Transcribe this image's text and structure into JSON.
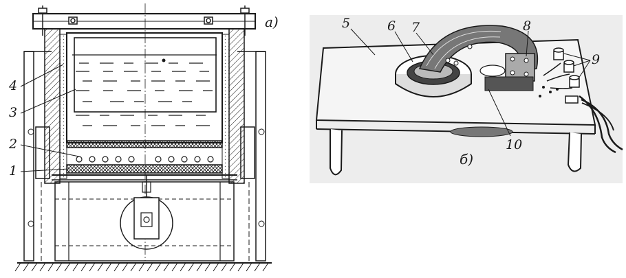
{
  "panels": {
    "a": {
      "label": "a)"
    },
    "b": {
      "label": "б)"
    }
  },
  "callouts": {
    "c1": "1",
    "c2": "2",
    "c3": "3",
    "c4": "4",
    "c5": "5",
    "c6": "6",
    "c7": "7",
    "c8": "8",
    "c9": "9",
    "c10": "10"
  },
  "colors": {
    "ink": "#1a1a1a",
    "paper": "#ffffff",
    "shade": "#cfcfcf",
    "dark": "#3a3a3a"
  }
}
